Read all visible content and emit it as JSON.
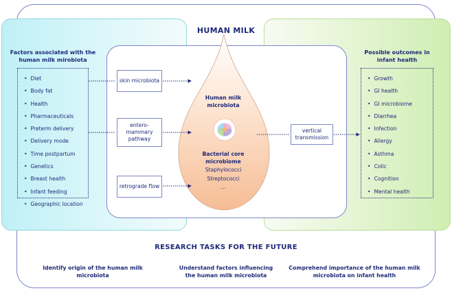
{
  "header": {
    "title": "HUMAN MILK"
  },
  "left_panel": {
    "title": "Factors associated with the human milk mirobiota",
    "items": [
      "Diet",
      "Body fat",
      "Health",
      "Pharmaceuticals",
      "Preterm delivery",
      "Delivery mode",
      "Time postpartum",
      "Genetics",
      "Breast health",
      "Infant feeding",
      "Geographic location"
    ]
  },
  "right_panel": {
    "title": "Possible outcomes in infant health",
    "items": [
      "Growth",
      "GI health",
      "GI microbiome",
      "Diarrhea",
      "Infection",
      "Allergy",
      "Asthma",
      "Colic",
      "Cognition",
      "Mental health"
    ]
  },
  "pathways": {
    "skin": "skin microbiota",
    "entero": "entero-mammary pathway",
    "retrograde": "retrograde flow",
    "vertical": "vertical transmission"
  },
  "drop": {
    "title": "Human milk microbiota",
    "core_title": "Bacterial core microbiome",
    "core_items": [
      "Staphylococci",
      "Streptococci",
      "..."
    ]
  },
  "research": {
    "title": "RESEARCH TASKS FOR THE FUTURE",
    "tasks": [
      "Identify origin of the human milk microbiota",
      "Understand factors influencing the human milk microbiota",
      "Comprehend importance of the human milk microbiota on infant health"
    ]
  },
  "colors": {
    "navy": "#1e2a78",
    "cyan": "#bff0f6",
    "green": "#cfeeb2",
    "peach": "#f9c9a8",
    "border": "#7d86c8"
  }
}
